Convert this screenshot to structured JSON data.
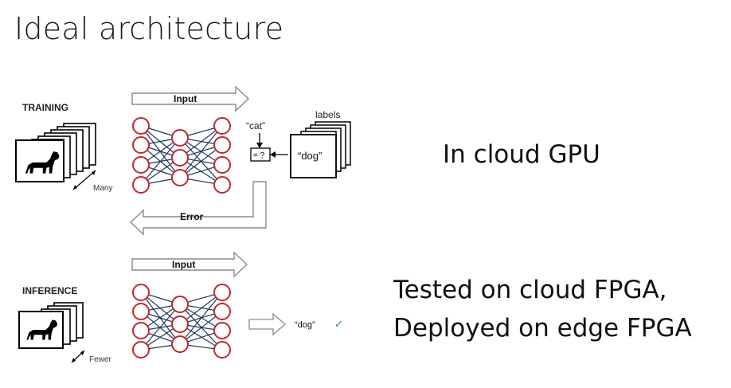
{
  "title": "Ideal architecture",
  "training": {
    "heading": "TRAINING",
    "input_label": "Input",
    "error_label": "Error",
    "many_label": "Many",
    "labels_heading": "labels",
    "cat_label": "“cat”",
    "compare_label": "= ?",
    "dog_label": "“dog”"
  },
  "inference": {
    "heading": "INFERENCE",
    "input_label": "Input",
    "fewer_label": "Fewer",
    "output_label": "“dog”",
    "check_mark": "✓"
  },
  "right_text": {
    "cloud_gpu": "In cloud GPU",
    "tested_line": "Tested on cloud FPGA,",
    "deployed_line": "Deployed on edge FPGA"
  },
  "colors": {
    "neuron_stroke": "#c0282d",
    "edge": "#1f3a5c",
    "arrow_stroke": "#8a8a8a",
    "text": "#1a1a1a"
  },
  "icons": {
    "dog_image": "dog-silhouette-icon",
    "check": "check-mark-icon"
  }
}
